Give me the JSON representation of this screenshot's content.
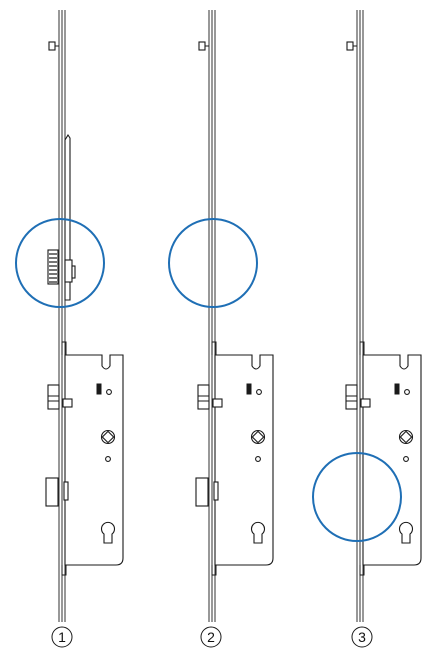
{
  "colors": {
    "line": "#1a1a1a",
    "highlight": "#1f6fb5",
    "background": "#ffffff"
  },
  "figure": {
    "locks": [
      {
        "label": "1",
        "variant": "with-hook-and-extra-latch",
        "highlight": "upper-hook"
      },
      {
        "label": "2",
        "variant": "standard",
        "highlight": "upper-empty"
      },
      {
        "label": "3",
        "variant": "without-lower-bolt",
        "highlight": "lower-bolt-area"
      }
    ]
  }
}
